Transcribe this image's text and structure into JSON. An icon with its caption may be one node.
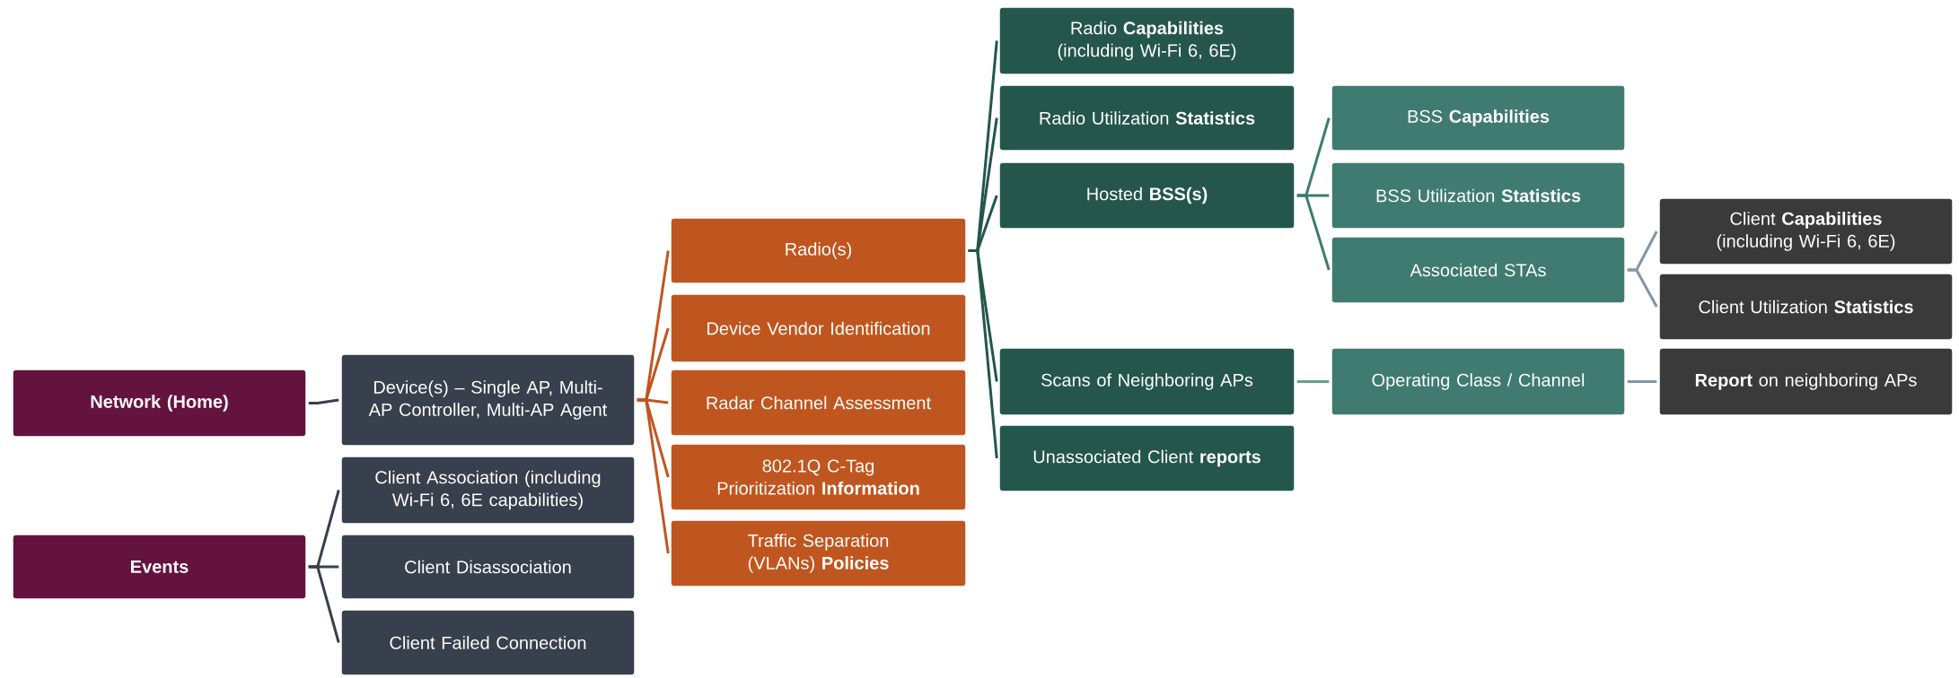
{
  "diagram": {
    "nodes": [
      {
        "text": [
          "Network (Home)"
        ]
      },
      {
        "text": [
          "Events"
        ]
      },
      {
        "text": [
          "Device(s) – Single AP, Multi-AP Controller, Multi-AP Agent"
        ]
      },
      {
        "text": [
          "Client Association (including Wi-Fi 6, 6E capabilities)"
        ]
      },
      {
        "text": [
          "Client Disassociation"
        ]
      },
      {
        "text": [
          "Client Failed Connection"
        ]
      },
      {
        "text": [
          "Radio(s)"
        ]
      },
      {
        "text": [
          "Device Vendor Identification"
        ]
      },
      {
        "text": [
          "Radar Channel Assessment"
        ]
      },
      {
        "text": [
          "802.1Q C-Tag Prioritization **Information**"
        ]
      },
      {
        "text": [
          "Traffic Separation (VLANs) **Policies**"
        ]
      },
      {
        "text": [
          "Radio **Capabilities** (including Wi-Fi 6, 6E)"
        ]
      },
      {
        "text": [
          "Radio Utilization **Statistics**"
        ]
      },
      {
        "text": [
          "Hosted **BSS(s)**"
        ]
      },
      {
        "text": [
          "Scans of Neighboring APs"
        ]
      },
      {
        "text": [
          "Unassociated Client **reports**"
        ]
      },
      {
        "text": [
          "BSS **Capabilities**"
        ]
      },
      {
        "text": [
          "BSS Utilization **Statistics**"
        ]
      },
      {
        "text": [
          "Associated STAs"
        ]
      },
      {
        "text": [
          "Operating Class / Channel"
        ]
      },
      {
        "text": [
          "Client **Capabilities** (including Wi-Fi 6, 6E)"
        ]
      },
      {
        "text": [
          "Client Utilization **Statistics**"
        ]
      },
      {
        "text": [
          "**Report** on neighboring APs"
        ]
      }
    ],
    "edges": [
      {
        "from": 0,
        "to": 2,
        "arrow": "none",
        "color": "#37404c"
      },
      {
        "from": 1,
        "to": 3,
        "arrow": "none",
        "color": "#37404c"
      },
      {
        "from": 1,
        "to": 4,
        "arrow": "none",
        "color": "#37404c"
      },
      {
        "from": 1,
        "to": 5,
        "arrow": "none",
        "color": "#37404c"
      },
      {
        "from": 2,
        "to": 6,
        "arrow": "none",
        "color": "#c0561f"
      },
      {
        "from": 2,
        "to": 7,
        "arrow": "none",
        "color": "#c0561f"
      },
      {
        "from": 2,
        "to": 8,
        "arrow": "none",
        "color": "#c0561f"
      },
      {
        "from": 2,
        "to": 9,
        "arrow": "none",
        "color": "#c0561f"
      },
      {
        "from": 2,
        "to": 10,
        "arrow": "none",
        "color": "#c0561f"
      },
      {
        "from": 6,
        "to": 11,
        "arrow": "none",
        "color": "#24564c"
      },
      {
        "from": 6,
        "to": 12,
        "arrow": "none",
        "color": "#24564c"
      },
      {
        "from": 6,
        "to": 13,
        "arrow": "none",
        "color": "#24564c"
      },
      {
        "from": 6,
        "to": 14,
        "arrow": "none",
        "color": "#24564c"
      },
      {
        "from": 6,
        "to": 15,
        "arrow": "none",
        "color": "#24564c"
      },
      {
        "from": 13,
        "to": 16,
        "arrow": "none",
        "color": "#3f7b70"
      },
      {
        "from": 13,
        "to": 17,
        "arrow": "none",
        "color": "#3f7b70"
      },
      {
        "from": 13,
        "to": 18,
        "arrow": "none",
        "color": "#3f7b70"
      },
      {
        "from": 14,
        "to": 19,
        "arrow": "none",
        "color": "#5fa196"
      },
      {
        "from": 18,
        "to": 20,
        "arrow": "none",
        "color": "#7f97aa"
      },
      {
        "from": 18,
        "to": 21,
        "arrow": "none",
        "color": "#7f97aa"
      },
      {
        "from": 19,
        "to": 22,
        "arrow": "none",
        "color": "#7f97aa"
      }
    ]
  }
}
